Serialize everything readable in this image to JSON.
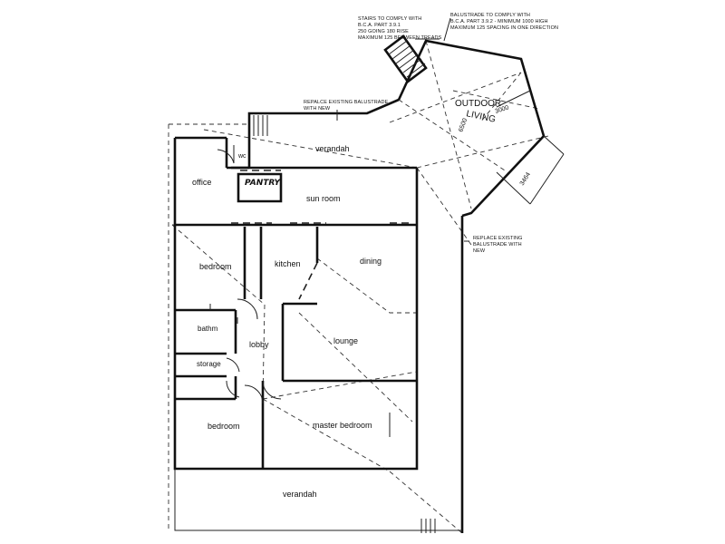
{
  "rooms": {
    "verandah_top": "verandah",
    "wc": "WC",
    "pantry": "PANTRY",
    "office": "office",
    "sun_room": "sun room",
    "bedroom_1": "bedroom",
    "kitchen": "kitchen",
    "dining": "dining",
    "bathroom": "bathm",
    "lobby": "lobby",
    "lounge": "lounge",
    "storage": "storage",
    "bedroom_2": "bedroom",
    "master_bedroom": "master bedroom",
    "verandah_bottom": "verandah"
  },
  "outdoor": {
    "line1": "OUTDOOR",
    "line2": "LIVING"
  },
  "dimensions": {
    "width": "3000",
    "depth": "6500",
    "side": "3464"
  },
  "notes": {
    "stairs": [
      "STAIRS TO COMPLY WITH",
      "B.C.A. PART 3.9.1",
      "250 GOING  180 RISE",
      "MAXIMUM 125 BETWEEN TREADS"
    ],
    "balustrade": [
      "BALUSTRADE TO COMPLY WITH",
      "B.C.A. PART 3.9.2 - MINIMUM 1000 HIGH",
      "MAXIMUM 125 SPACING IN ONE DIRECTION"
    ],
    "replace_top": [
      "REPALCE EXISTING BALUSTRADE",
      "WITH NEW"
    ],
    "replace_right": [
      "REPLACE EXISTING",
      "BALUSTRADE WITH",
      "NEW"
    ]
  }
}
